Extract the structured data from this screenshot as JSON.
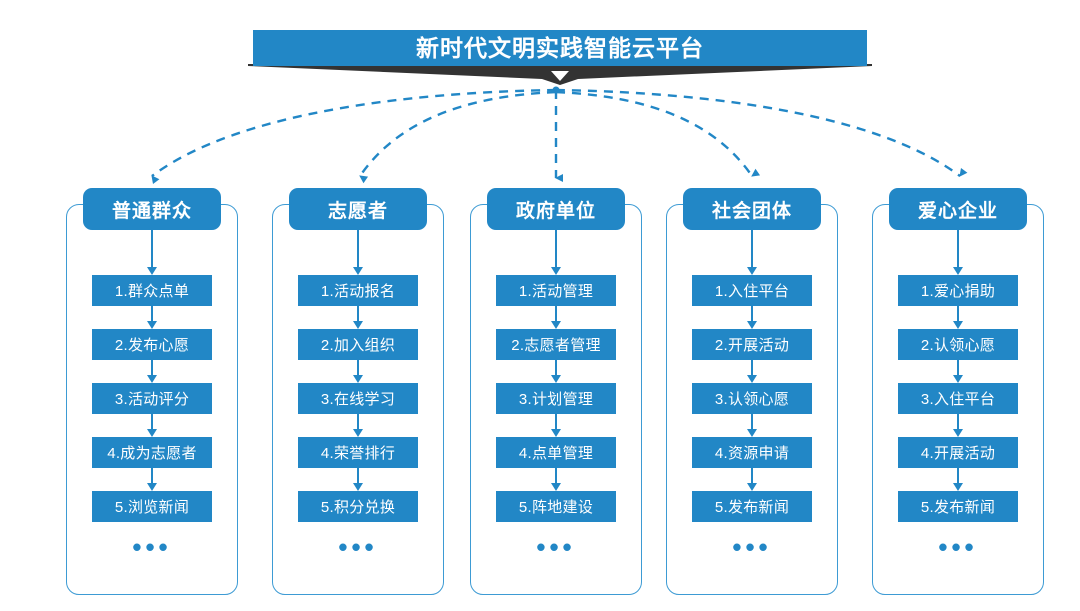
{
  "title": {
    "text": "新时代文明实践智能云平台",
    "bar_color": "#2287c6",
    "shadow_color": "#333333",
    "text_color": "#ffffff"
  },
  "theme": {
    "accent": "#2287c6",
    "frame_border": "#3d9bd4",
    "background": "#ffffff",
    "connector": "#2287c6"
  },
  "ellipsis_glyph": "•••",
  "columns": [
    {
      "header": "普通群众",
      "steps": [
        "1.群众点单",
        "2.发布心愿",
        "3.活动评分",
        "4.成为志愿者",
        "5.浏览新闻"
      ]
    },
    {
      "header": "志愿者",
      "steps": [
        "1.活动报名",
        "2.加入组织",
        "3.在线学习",
        "4.荣誉排行",
        "5.积分兑换"
      ]
    },
    {
      "header": "政府单位",
      "steps": [
        "1.活动管理",
        "2.志愿者管理",
        "3.计划管理",
        "4.点单管理",
        "5.阵地建设"
      ]
    },
    {
      "header": "社会团体",
      "steps": [
        "1.入住平台",
        "2.开展活动",
        "3.认领心愿",
        "4.资源申请",
        "5.发布新闻"
      ]
    },
    {
      "header": "爱心企业",
      "steps": [
        "1.爱心捐助",
        "2.认领心愿",
        "3.入住平台",
        "4.开展活动",
        "5.发布新闻"
      ]
    }
  ]
}
